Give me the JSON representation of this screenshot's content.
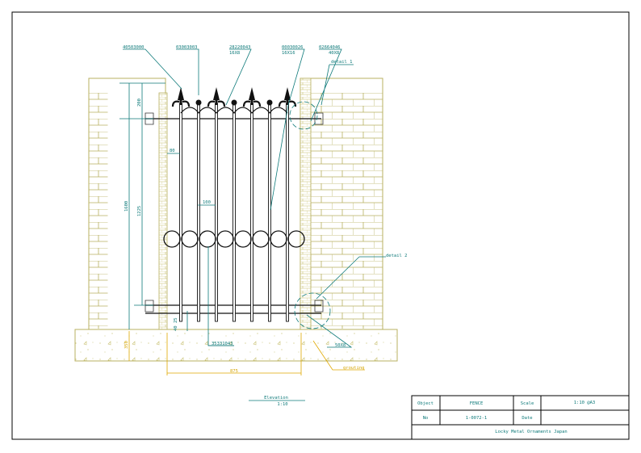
{
  "drawing": {
    "part_labels": [
      {
        "code": "40503000",
        "size": ""
      },
      {
        "code": "03003003",
        "size": ""
      },
      {
        "code": "28220043",
        "size": "16X8"
      },
      {
        "code": "00030026",
        "size": "16X16"
      },
      {
        "code": "02664046",
        "size": "40X8"
      },
      {
        "code": "35331043",
        "size": ""
      },
      {
        "code": "50X8",
        "size": ""
      }
    ],
    "details": [
      "detail 1",
      "detail 2"
    ],
    "grouting": "grouting",
    "dimensions": {
      "top_offset": "200",
      "total_height": "1600",
      "inner_height": "1225",
      "bar_offset": "80",
      "bar_spacing": "100",
      "rail_gap": "25",
      "ground_gap": "40",
      "foundation_depth": "350",
      "width": "875"
    },
    "view_title": "Elevation",
    "view_scale": "1:10"
  },
  "title_block": {
    "object_label": "Object",
    "object_value": "FENCE",
    "scale_label": "Scale",
    "scale_value": "1:10 @A3",
    "no_label": "No",
    "no_value": "1-0072-1",
    "date_label": "Date",
    "date_value": "",
    "company": "Locky Metal Ornaments Japan"
  },
  "colors": {
    "dimension": "#0e7a7a",
    "wall": "#b8b060",
    "grouting": "#e0a800"
  }
}
